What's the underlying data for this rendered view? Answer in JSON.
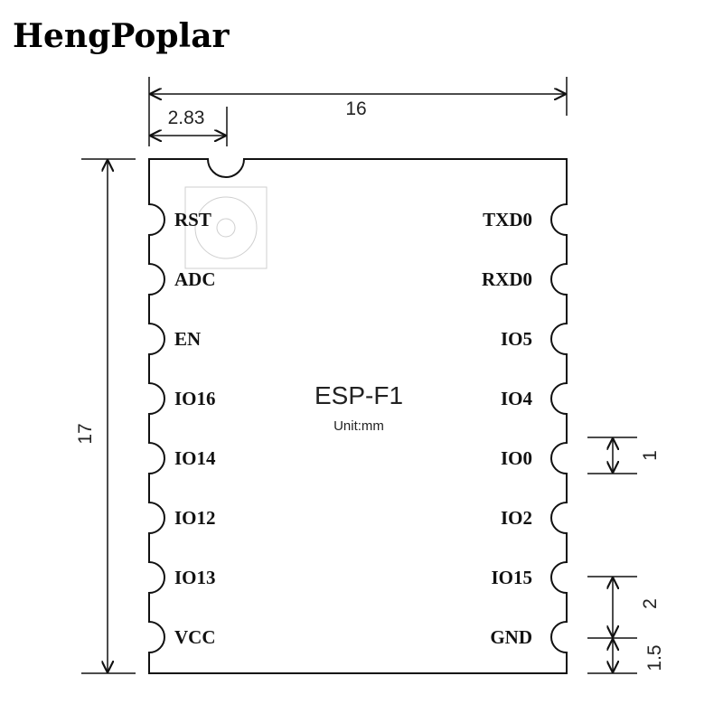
{
  "brand": "HengPoplar",
  "module": {
    "name": "ESP-F1",
    "unit": "Unit:mm"
  },
  "pins_left": [
    "RST",
    "ADC",
    "EN",
    "IO16",
    "IO14",
    "IO12",
    "IO13",
    "VCC"
  ],
  "pins_right": [
    "TXD0",
    "RXD0",
    "IO5",
    "IO4",
    "IO0",
    "IO2",
    "IO15",
    "GND"
  ],
  "dimensions": {
    "width": "16",
    "notch_offset": "2.83",
    "height": "17",
    "pad_width": "1",
    "pitch": "2",
    "edge_offset": "1.5"
  }
}
